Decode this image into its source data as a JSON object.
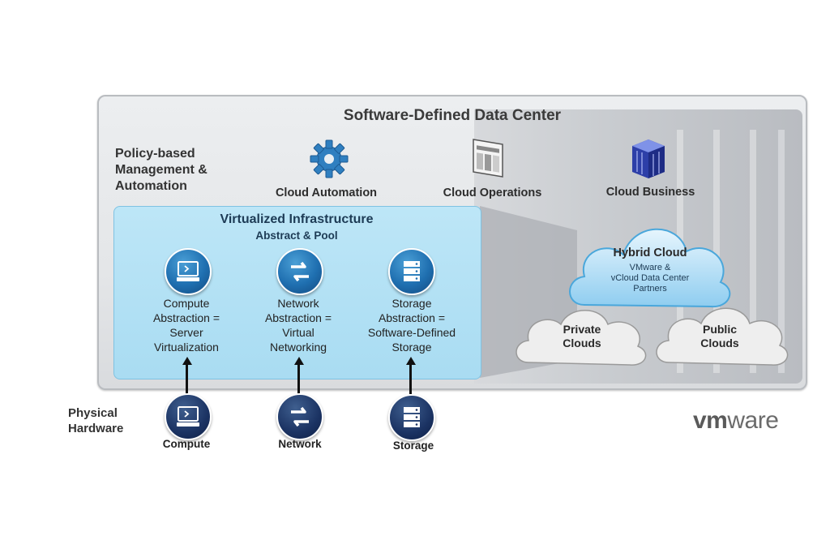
{
  "title": "Software-Defined Data Center",
  "policy_label": "Policy-based\nManagement &\nAutomation",
  "top_items": [
    {
      "label": "Cloud Automation",
      "icon": "gear-icon"
    },
    {
      "label": "Cloud Operations",
      "icon": "dashboard-icon"
    },
    {
      "label": "Cloud Business",
      "icon": "cube-icon"
    }
  ],
  "virtualized": {
    "title": "Virtualized Infrastructure",
    "subtitle": "Abstract & Pool",
    "items": [
      {
        "text": "Compute\nAbstraction =\nServer\nVirtualization",
        "icon": "computer-icon"
      },
      {
        "text": "Network\nAbstraction =\nVirtual\nNetworking",
        "icon": "network-arrows-icon"
      },
      {
        "text": "Storage\nAbstraction =\nSoftware-Defined\nStorage",
        "icon": "storage-icon"
      }
    ]
  },
  "clouds": {
    "hybrid": {
      "title": "Hybrid Cloud",
      "lines": "VMware &\nvCloud Data Center\nPartners"
    },
    "private": "Private\nClouds",
    "public": "Public\nClouds"
  },
  "physical": {
    "label": "Physical\nHardware",
    "items": [
      {
        "label": "Compute",
        "icon": "computer-icon"
      },
      {
        "label": "Network",
        "icon": "network-arrows-icon"
      },
      {
        "label": "Storage",
        "icon": "storage-icon"
      }
    ]
  },
  "brand": {
    "vm": "vm",
    "ware": "ware"
  },
  "colors": {
    "accent_blue": "#1f6fb0",
    "panel_blue": "#bde6f7",
    "dark_blue": "#1b3363"
  }
}
